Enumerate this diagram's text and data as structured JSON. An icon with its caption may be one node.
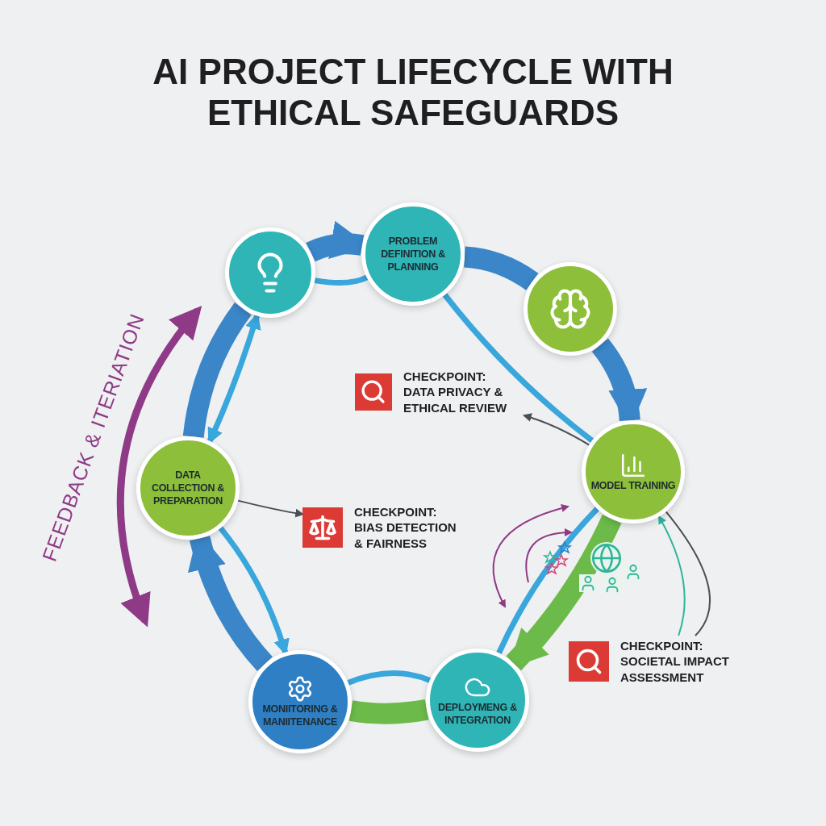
{
  "diagram": {
    "title": "AI PROJECT LIFECYCLE WITH ETHICAL SAFEGUARDS",
    "nodes": [
      {
        "text": [],
        "shape": "circle"
      },
      {
        "text": [
          "PROBLEM DEFINITION & PLANNING"
        ]
      },
      {
        "text": [],
        "shape": "circle"
      },
      {
        "text": [
          "MODEL TRAINING"
        ]
      },
      {
        "text": [
          "DEPLOYMENG & INTEGRATION"
        ]
      },
      {
        "text": [
          "MONIITORING & MANIITENANCE"
        ]
      },
      {
        "text": [
          "DATA COLLECTION & PREPARATION"
        ]
      },
      {
        "text": [
          "CHECKPOINT: DATA PRIVACY & ETHICAL REVIEW"
        ]
      },
      {
        "text": [
          "CHECKPOINT: BIAS DETECTION & FAIRNESS"
        ]
      },
      {
        "text": [
          "CHECKPOINT: SOCIETAL IMPACT ASSESSMENT"
        ]
      }
    ],
    "edges": [
      {
        "from": 0,
        "to": 1,
        "arrow": "to",
        "style": "thick"
      },
      {
        "from": 1,
        "to": 2,
        "arrow": "none",
        "style": "thick"
      },
      {
        "from": 2,
        "to": 3,
        "arrow": "to",
        "style": "thick"
      },
      {
        "from": 3,
        "to": 4,
        "arrow": "to",
        "style": "thick",
        "color": "#6cbb4a"
      },
      {
        "from": 4,
        "to": 5,
        "arrow": "none",
        "style": "thick",
        "color": "#6cbb4a"
      },
      {
        "from": 5,
        "to": 6,
        "arrow": "to",
        "style": "thick"
      },
      {
        "from": 6,
        "to": 0,
        "arrow": "none",
        "style": "thick"
      },
      {
        "from": 0,
        "to": 6,
        "arrow": "both",
        "color": "#39a6dc"
      },
      {
        "from": 6,
        "to": 5,
        "arrow": "to",
        "color": "#39a6dc"
      },
      {
        "from": 5,
        "to": 4,
        "arrow": "none",
        "color": "#39a6dc"
      },
      {
        "from": 4,
        "to": 3,
        "arrow": "none",
        "color": "#39a6dc"
      },
      {
        "from": 3,
        "to": 1,
        "arrow": "none",
        "color": "#39a6dc"
      },
      {
        "from": 1,
        "to": 0,
        "arrow": "none",
        "color": "#39a6dc"
      },
      {
        "from": 3,
        "to": 7,
        "arrow": "to",
        "color": "#4a4f55"
      },
      {
        "from": 6,
        "to": 8,
        "arrow": "to",
        "color": "#4a4f55"
      },
      {
        "from": 3,
        "to": 9,
        "arrow": "none",
        "color": "#4a4f55"
      },
      {
        "from": 9,
        "to": 3,
        "arrow": "to",
        "color": "#2fb59a"
      }
    ],
    "labels": [
      "FEEDBACK & ITERIATION"
    ]
  }
}
